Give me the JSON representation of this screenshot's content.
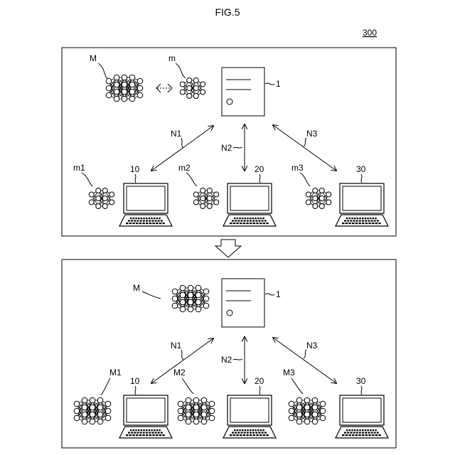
{
  "figure": {
    "title": "FIG.5",
    "ref": "300"
  },
  "upper_panel": {
    "global_model_label": "M",
    "small_model_label": "m",
    "server_label": "1",
    "networks": {
      "n1": "N1",
      "n2": "N2",
      "n3": "N3"
    },
    "clients": [
      {
        "model_label": "m1",
        "terminal_label": "10"
      },
      {
        "model_label": "m2",
        "terminal_label": "20"
      },
      {
        "model_label": "m3",
        "terminal_label": "30"
      }
    ]
  },
  "lower_panel": {
    "global_model_label": "M",
    "server_label": "1",
    "networks": {
      "n1": "N1",
      "n2": "N2",
      "n3": "N3"
    },
    "clients": [
      {
        "model_label": "M1",
        "terminal_label": "10"
      },
      {
        "model_label": "M2",
        "terminal_label": "20"
      },
      {
        "model_label": "M3",
        "terminal_label": "30"
      }
    ]
  },
  "icons": {
    "neural_network": "neural-network-icon",
    "small_neural_network": "small-neural-network-icon",
    "server": "server-icon",
    "laptop": "laptop-icon",
    "bidirectional_arrow": "double-arrow-icon",
    "transition_arrow": "down-arrow-icon"
  }
}
